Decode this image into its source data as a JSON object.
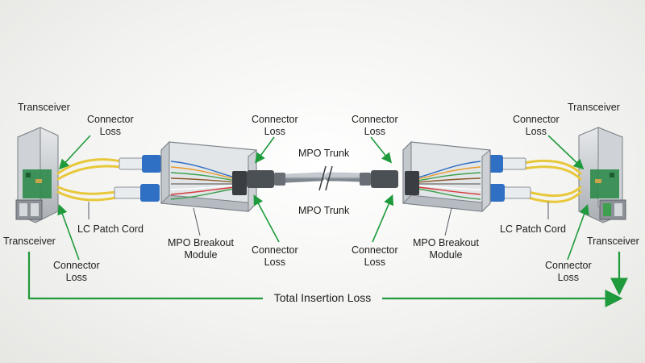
{
  "labels": {
    "transceiver_left_top": "Transceiver",
    "transceiver_left_bottom": "Transceiver",
    "transceiver_right_top": "Transceiver",
    "transceiver_right_bottom": "Transceiver",
    "connector_loss": "Connector\nLoss",
    "lc_patch_cord": "LC Patch Cord",
    "mpo_breakout_module": "MPO Breakout\nModule",
    "mpo_trunk": "MPO Trunk",
    "total_insertion_loss": "Total Insertion Loss"
  },
  "colors": {
    "arrow": "#1f9a3c",
    "fiber_yellow": "#e8c83a",
    "lc_connector": "#2f6fc4",
    "trunk": "#9aa3ab",
    "module": "#c8ccd0",
    "transceiver": "#b9bec4",
    "transceiver_board": "#2e8a4a"
  }
}
